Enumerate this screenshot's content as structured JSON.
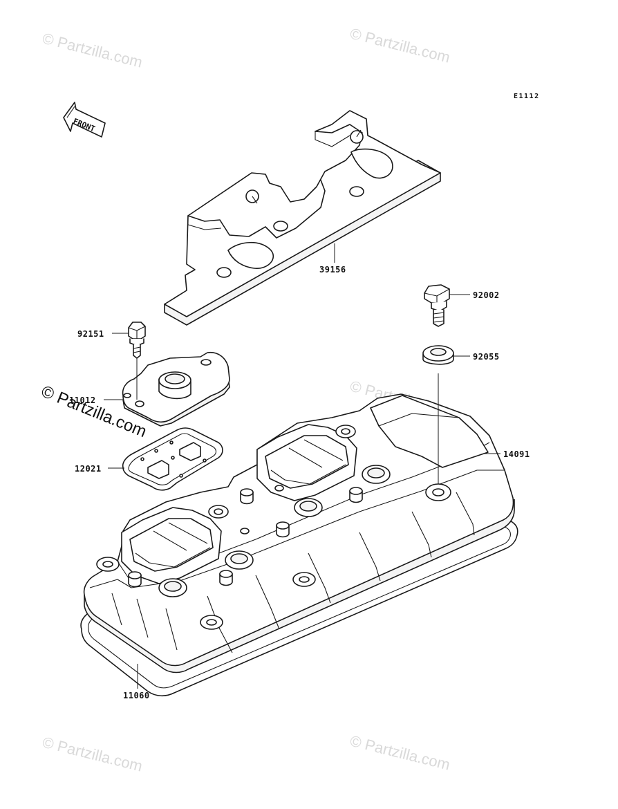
{
  "diagram_code": "E1112",
  "front_label": "FRONT",
  "watermark": "© Partzilla.com",
  "parts": {
    "plate": "39156",
    "bolt_top_right": "92002",
    "grommet": "92055",
    "bolt_left": "92151",
    "cap_cover": "11012",
    "cap_gasket": "12021",
    "head_cover": "14091",
    "head_gasket": "11060"
  }
}
